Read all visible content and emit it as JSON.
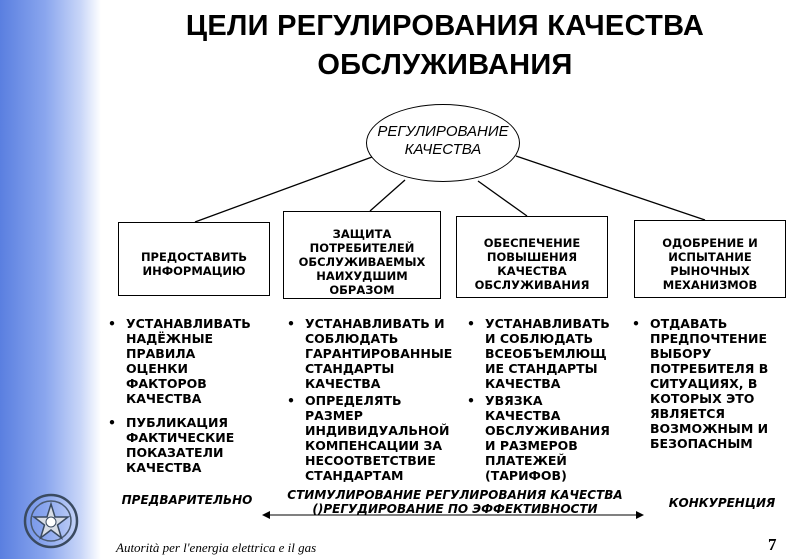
{
  "title": {
    "line1": "ЦЕЛИ РЕГУЛИРОВАНИЯ КАЧЕСТВА",
    "line2": "ОБСЛУЖИВАНИЯ"
  },
  "root": {
    "line1": "РЕГУЛИРОВАНИЕ",
    "line2": "КАЧЕСТВА"
  },
  "boxes": [
    {
      "label": "ПРЕДОСТАВИТЬ\nИНФОРМАЦИЮ"
    },
    {
      "label": "ЗАЩИТА\nПОТРЕБИТЕЛЕЙ\nОБСЛУЖИВАЕМЫХ\nНАИХУДШИМ\nОБРАЗОМ"
    },
    {
      "label": "ОБЕСПЕЧЕНИЕ\nПОВЫШЕНИЯ\nКАЧЕСТВА\nОБСЛУЖИВАНИЯ"
    },
    {
      "label": "ОДОБРЕНИЕ И\nИСПЫТАНИЕ\nРЫНОЧНЫХ\nМЕХАНИЗМОВ"
    }
  ],
  "columns": [
    {
      "items": [
        "УСТАНАВЛИВАТЬ\nНАДЁЖНЫЕ\nПРАВИЛА\nОЦЕНКИ\nФАКТОРОВ\nКАЧЕСТВА",
        "ПУБЛИКАЦИЯ\nФАКТИЧЕСКИЕ\nПОКАЗАТЕЛИ\nКАЧЕСТВА"
      ]
    },
    {
      "items": [
        "УСТАНАВЛИВАТЬ И\nСОБЛЮДАТЬ\nГАРАНТИРОВАННЫЕ\nСТАНДАРТЫ\nКАЧЕСТВА",
        "ОПРЕДЕЛЯТЬ\nРАЗМЕР\nИНДИВИДУАЛЬНОЙ\nКОМПЕНСАЦИИ ЗА\nНЕСООТВЕТСТВИЕ\nСТАНДАРТАМ"
      ]
    },
    {
      "items": [
        "УСТАНАВЛИВАТЬ\nИ СОБЛЮДАТЬ\nВСЕОБЪЕМЛЮЩ\nИЕ СТАНДАРТЫ\nКАЧЕСТВА",
        "УВЯЗКА\nКАЧЕСТВА\nОБСЛУЖИВАНИЯ\nИ РАЗМЕРОВ\nПЛАТЕЖЕЙ\n(ТАРИФОВ)"
      ]
    },
    {
      "items": [
        "ОТДАВАТЬ\nПРЕДПОЧТЕНИЕ\nВЫБОРУ\nПОТРЕБИТЕЛЯ В\nСИТУАЦИЯХ, В\nКОТОРЫХ ЭТО\nЯВЛЯЕТСЯ\nВОЗМОЖНЫМ И\nБЕЗОПАСНЫМ"
      ]
    }
  ],
  "bottom": {
    "left": "ПРЕДВАРИТЕЛЬНО",
    "center_line1": "СТИМУЛИРОВАНИЕ РЕГУЛИРОВАНИЯ КАЧЕСТВА",
    "center_line2": "()РЕГУДИРОВАНИЕ ПО ЭФФЕКТИВНОСТИ",
    "right": "КОНКУРЕНЦИЯ"
  },
  "footer": {
    "text": "Autorità per l'energia elettrica e il gas",
    "page": "7"
  },
  "colors": {
    "sidebar_start": "#5a7fe0",
    "sidebar_end": "#ffffff",
    "text": "#000000"
  }
}
